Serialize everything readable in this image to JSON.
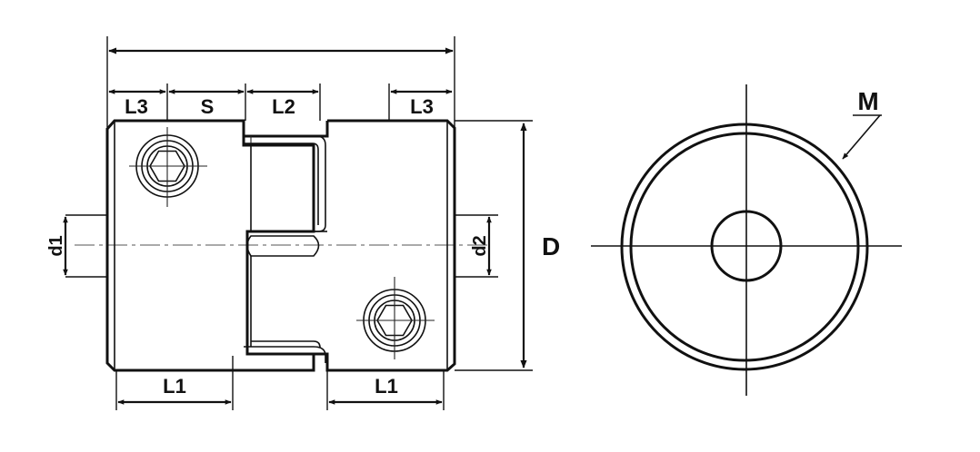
{
  "labels": {
    "L3_left": "L3",
    "S": "S",
    "L2": "L2",
    "L3_right": "L3",
    "L1_left": "L1",
    "L1_right": "L1",
    "d1": "d1",
    "d2": "d2",
    "D": "D",
    "M": "M"
  }
}
